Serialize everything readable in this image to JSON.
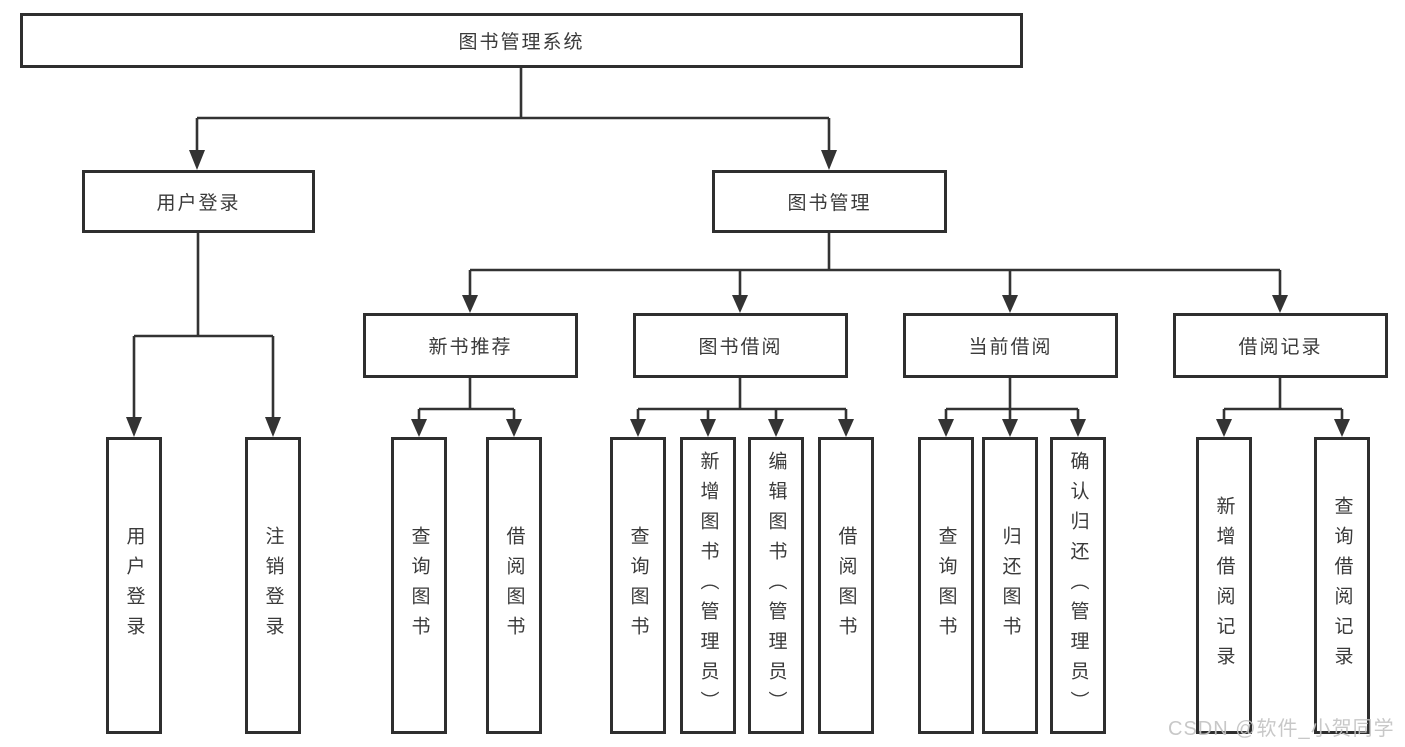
{
  "diagram": {
    "type": "hierarchy-tree",
    "root": {
      "label": "图书管理系统"
    },
    "level2": [
      {
        "label": "用户登录"
      },
      {
        "label": "图书管理"
      }
    ],
    "level3": [
      {
        "label": "新书推荐"
      },
      {
        "label": "图书借阅"
      },
      {
        "label": "当前借阅"
      },
      {
        "label": "借阅记录"
      }
    ],
    "leaves": [
      {
        "label": "用户登录"
      },
      {
        "label": "注销登录"
      },
      {
        "label": "查询图书"
      },
      {
        "label": "借阅图书"
      },
      {
        "label": "查询图书"
      },
      {
        "label": "新增图书（管理员）"
      },
      {
        "label": "编辑图书（管理员）"
      },
      {
        "label": "借阅图书"
      },
      {
        "label": "查询图书"
      },
      {
        "label": "归还图书"
      },
      {
        "label": "确认归还（管理员）"
      },
      {
        "label": "新增借阅记录"
      },
      {
        "label": "查询借阅记录"
      }
    ],
    "hierarchy": {
      "图书管理系统": {
        "用户登录": [
          "用户登录",
          "注销登录"
        ],
        "图书管理": {
          "新书推荐": [
            "查询图书",
            "借阅图书"
          ],
          "图书借阅": [
            "查询图书",
            "新增图书（管理员）",
            "编辑图书（管理员）",
            "借阅图书"
          ],
          "当前借阅": [
            "查询图书",
            "归还图书",
            "确认归还（管理员）"
          ],
          "借阅记录": [
            "新增借阅记录",
            "查询借阅记录"
          ]
        }
      }
    }
  },
  "watermark": {
    "text": "CSDN @软件_小贺同学"
  },
  "colors": {
    "line": "#333333",
    "box_border": "#2f2f2f",
    "text": "#3a3a3a",
    "watermark": "#c3c3c3",
    "background": "#ffffff"
  }
}
